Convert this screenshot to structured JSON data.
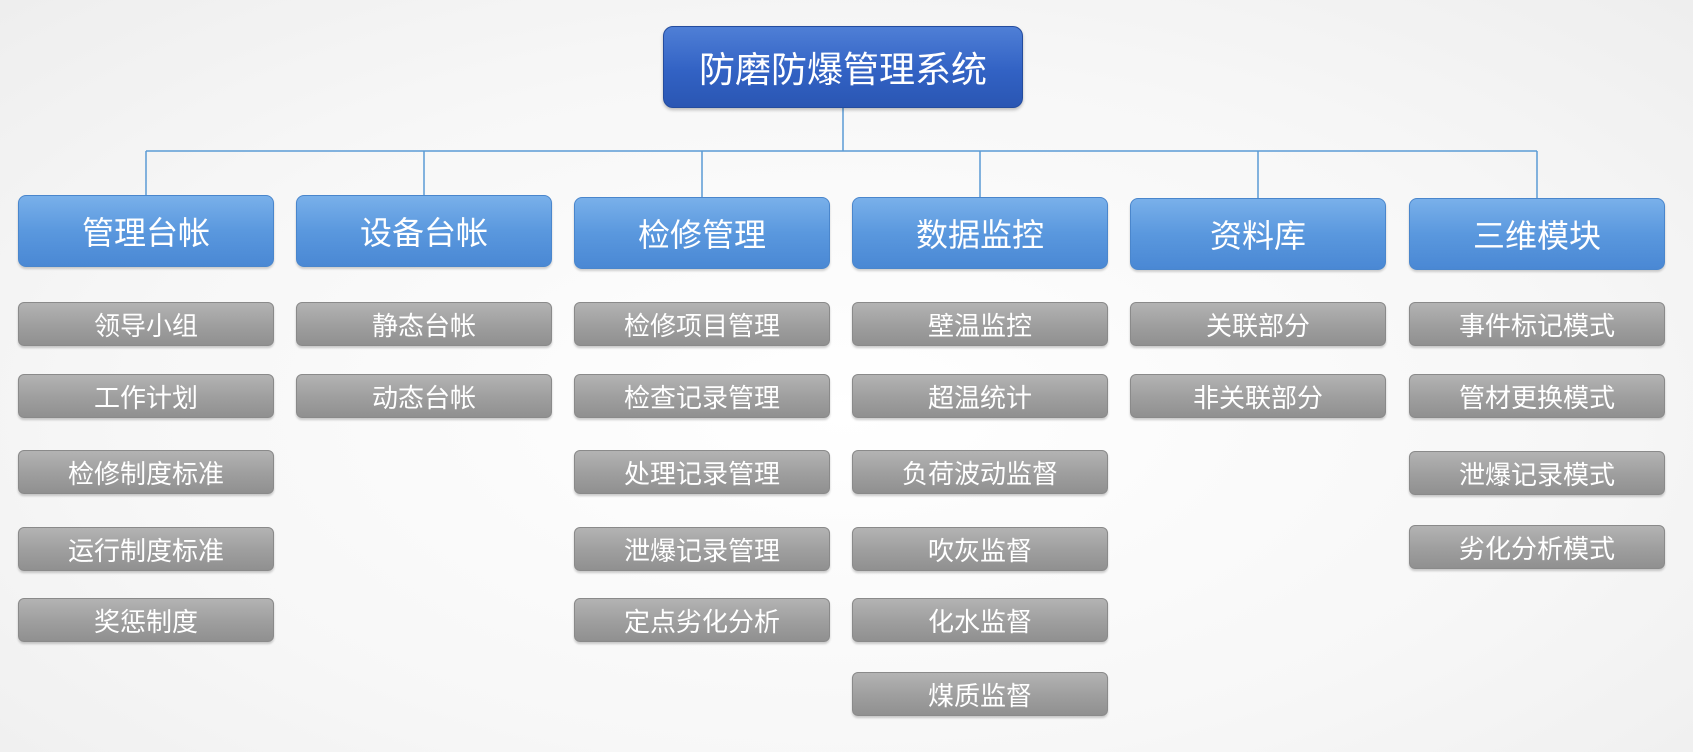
{
  "root": {
    "label": "防磨防爆管理系统"
  },
  "categories": [
    {
      "label": "管理台帐",
      "items": [
        "领导小组",
        "工作计划",
        "检修制度标准",
        "运行制度标准",
        "奖惩制度"
      ]
    },
    {
      "label": "设备台帐",
      "items": [
        "静态台帐",
        "动态台帐"
      ]
    },
    {
      "label": "检修管理",
      "items": [
        "检修项目管理",
        "检查记录管理",
        "处理记录管理",
        "泄爆记录管理",
        "定点劣化分析"
      ]
    },
    {
      "label": "数据监控",
      "items": [
        "壁温监控",
        "超温统计",
        "负荷波动监督",
        "吹灰监督",
        "化水监督",
        "煤质监督"
      ]
    },
    {
      "label": "资料库",
      "items": [
        "关联部分",
        "非关联部分"
      ]
    },
    {
      "label": "三维模块",
      "items": [
        "事件标记模式",
        "管材更换模式",
        "泄爆记录模式",
        "劣化分析模式"
      ]
    }
  ],
  "colors": {
    "connector": "#5b9bd5"
  }
}
